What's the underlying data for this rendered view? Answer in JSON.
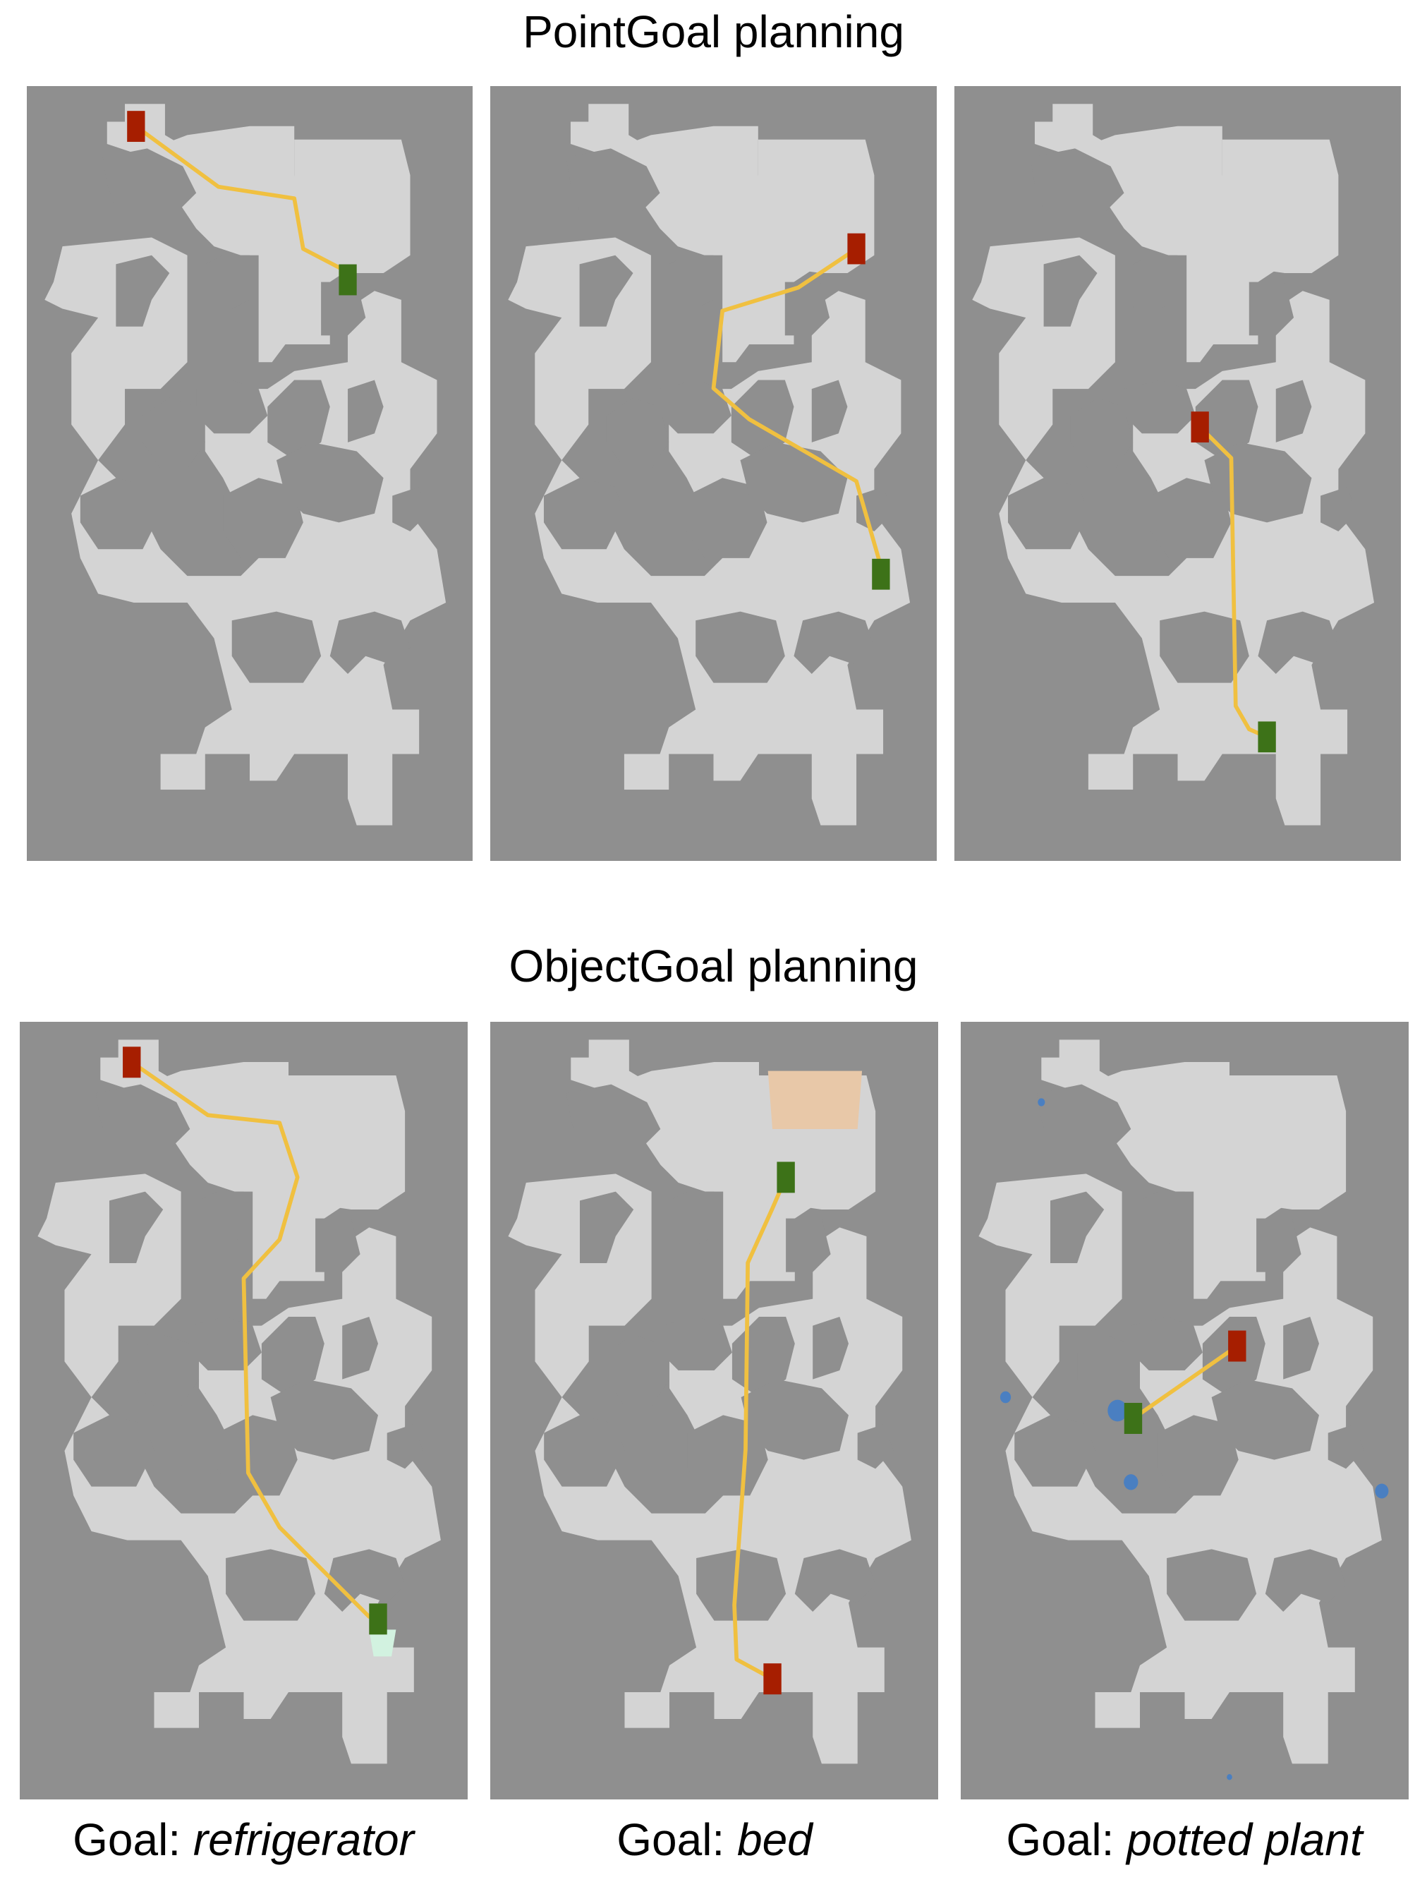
{
  "sections": [
    {
      "title": "PointGoal planning",
      "panels": [
        {
          "path": [
            [
              0.245,
              0.052
            ],
            [
              0.43,
              0.13
            ],
            [
              0.6,
              0.145
            ],
            [
              0.62,
              0.21
            ],
            [
              0.72,
              0.24
            ],
            [
              0.72,
              0.25
            ]
          ]
        },
        {
          "path": [
            [
              0.82,
              0.21
            ],
            [
              0.69,
              0.26
            ],
            [
              0.52,
              0.29
            ],
            [
              0.5,
              0.39
            ],
            [
              0.58,
              0.43
            ],
            [
              0.82,
              0.51
            ],
            [
              0.875,
              0.62
            ],
            [
              0.875,
              0.63
            ]
          ]
        },
        {
          "path": [
            [
              0.55,
              0.44
            ],
            [
              0.62,
              0.48
            ],
            [
              0.63,
              0.8
            ],
            [
              0.66,
              0.83
            ],
            [
              0.7,
              0.84
            ]
          ]
        }
      ]
    },
    {
      "title": "ObjectGoal planning",
      "panels": [
        {
          "path": [
            [
              0.25,
              0.052
            ],
            [
              0.42,
              0.12
            ],
            [
              0.58,
              0.13
            ],
            [
              0.62,
              0.2
            ],
            [
              0.58,
              0.28
            ],
            [
              0.5,
              0.33
            ],
            [
              0.51,
              0.58
            ],
            [
              0.58,
              0.65
            ],
            [
              0.78,
              0.765
            ],
            [
              0.8,
              0.768
            ]
          ],
          "goal_object": "refrigerator",
          "caption_prefix": "Goal: "
        },
        {
          "path": [
            [
              0.63,
              0.845
            ],
            [
              0.55,
              0.82
            ],
            [
              0.545,
              0.75
            ],
            [
              0.57,
              0.55
            ],
            [
              0.575,
              0.31
            ],
            [
              0.63,
              0.24
            ],
            [
              0.66,
              0.2
            ]
          ],
          "goal_object": "bed",
          "caption_prefix": "Goal: "
        },
        {
          "path": [
            [
              0.617,
              0.417
            ],
            [
              0.41,
              0.5
            ],
            [
              0.385,
              0.51
            ]
          ],
          "goal_object": "potted plant",
          "caption_prefix": "Goal: "
        }
      ]
    }
  ],
  "colors": {
    "background_obstacle": "#8f8f8f",
    "free_space": "#d4d4d4",
    "path": "#f0c040",
    "start_marker": "#a61e00",
    "goal_marker": "#3d7218",
    "refrigerator": "#d2f2e0",
    "bed": "#e8c8a8",
    "potted_plant": "#4a7fc1"
  },
  "icons": {
    "start_marker": "red-square-icon",
    "goal_marker": "green-square-icon"
  }
}
